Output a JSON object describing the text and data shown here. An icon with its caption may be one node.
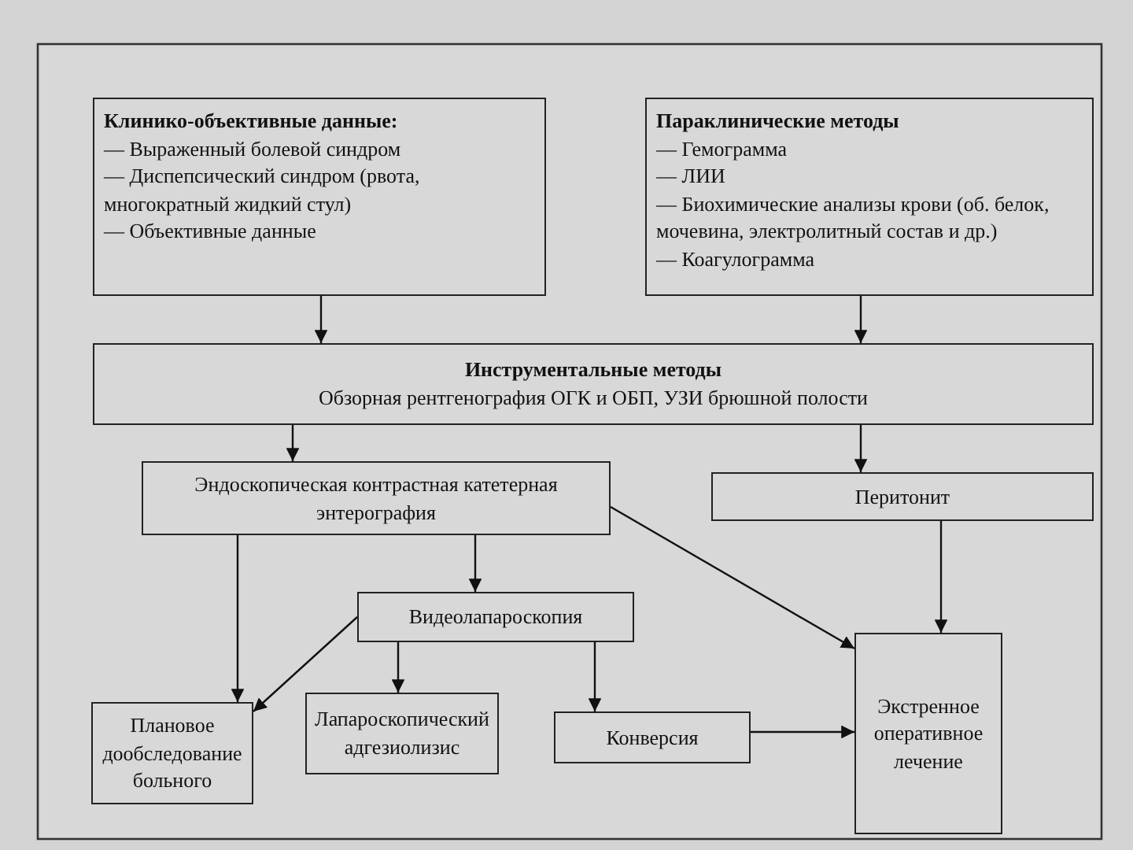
{
  "diagram": {
    "nodes": [
      {
        "text": [
          "Клинико-объективные данные:",
          "— Выраженный болевой синдром",
          "— Диспепсический синдром (рвота, многократный жидкий стул)",
          "— Объективные данные"
        ]
      },
      {
        "text": [
          "Параклинические методы",
          "— Гемограмма",
          "— ЛИИ",
          "— Биохимические анализы крови (об. белок, мочевина, электролитный состав и др.)",
          "— Коагулограмма"
        ]
      },
      {
        "text": [
          "Инструментальные методы",
          "Обзорная рентгенография ОГК и ОБП, УЗИ брюшной полости"
        ]
      },
      {
        "text": [
          "Эндоскопическая контрастная катетерная энтерография"
        ]
      },
      {
        "text": [
          "Перитонит"
        ]
      },
      {
        "text": [
          "Видеолапароскопия"
        ]
      },
      {
        "text": [
          "Плановое дообследование больного"
        ]
      },
      {
        "text": [
          "Лапароскопический адгезиолизис"
        ]
      },
      {
        "text": [
          "Конверсия"
        ]
      },
      {
        "text": [
          "Экстренное оперативное лечение"
        ]
      }
    ],
    "edges": [
      {
        "from": 0,
        "to": 2,
        "arrow": "to"
      },
      {
        "from": 1,
        "to": 2,
        "arrow": "to"
      },
      {
        "from": 2,
        "to": 3,
        "arrow": "to"
      },
      {
        "from": 2,
        "to": 4,
        "arrow": "to"
      },
      {
        "from": 3,
        "to": 6,
        "arrow": "to"
      },
      {
        "from": 3,
        "to": 5,
        "arrow": "to"
      },
      {
        "from": 3,
        "to": 9,
        "arrow": "to"
      },
      {
        "from": 4,
        "to": 9,
        "arrow": "to"
      },
      {
        "from": 5,
        "to": 6,
        "arrow": "to"
      },
      {
        "from": 5,
        "to": 7,
        "arrow": "to"
      },
      {
        "from": 5,
        "to": 8,
        "arrow": "to"
      },
      {
        "from": 8,
        "to": 9,
        "arrow": "to"
      }
    ]
  }
}
